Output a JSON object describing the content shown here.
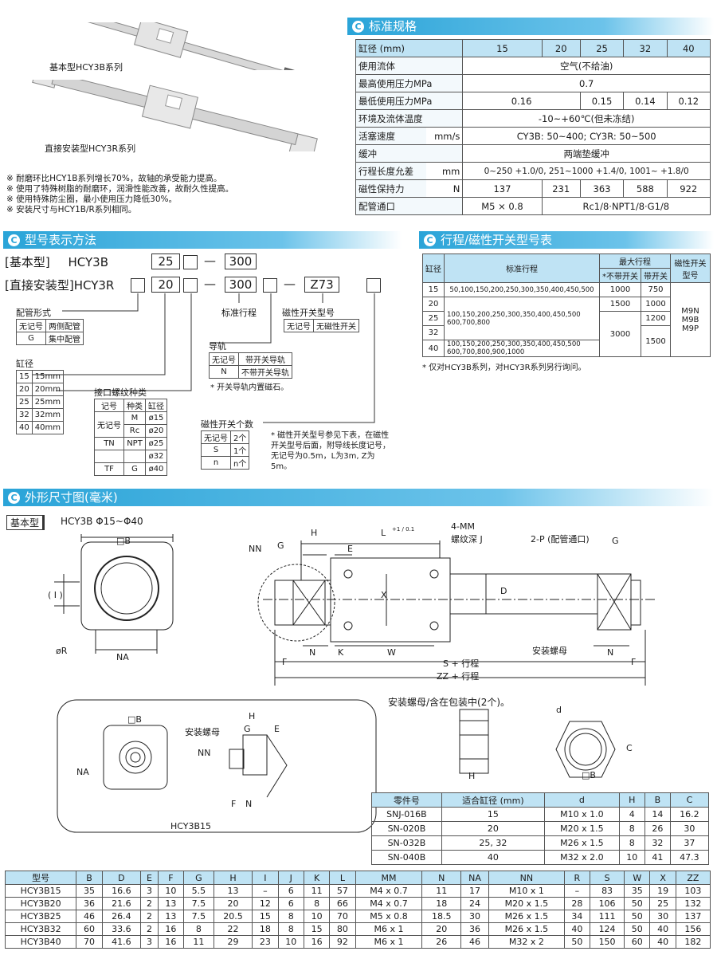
{
  "product_images": {
    "basic_label": "基本型HCY3B系列",
    "direct_label": "直接安装型HCY3R系列"
  },
  "features": [
    "※ 耐磨环比HCY1B系列增长70%，故轴的承受能力提高。",
    "※ 使用了特殊树脂的耐磨环，润滑性能改善，故耐久性提高。",
    "※ 使用特殊防尘圈，最小使用压力降低30%。",
    "※ 安装尺寸与HCY1B/R系列相同。"
  ],
  "spec": {
    "title": "标准规格",
    "header": [
      "缸径 (mm)",
      "15",
      "20",
      "25",
      "32",
      "40"
    ],
    "rows": {
      "fluid": [
        "使用流体",
        "空气(不给油)"
      ],
      "maxp": [
        "最高使用压力MPa",
        "0.7"
      ],
      "minp": [
        "最低使用压力MPa",
        "0.16",
        "0.15",
        "0.14",
        "0.12"
      ],
      "temp": [
        "环境及流体温度",
        "-10~+60℃(但未冻结)"
      ],
      "speed": [
        "活塞速度",
        "mm/s",
        "CY3B: 50~400; CY3R: 50~500"
      ],
      "cushion": [
        "缓冲",
        "两端垫缓冲"
      ],
      "stroke": [
        "行程长度允差",
        "mm",
        "0~250 +1.0/0, 251~1000 +1.4/0, 1001~ +1.8/0"
      ],
      "hold": [
        "磁性保持力",
        "N",
        "137",
        "231",
        "363",
        "588",
        "922"
      ],
      "port": [
        "配管通口",
        "M5 × 0.8",
        "Rc1/8·NPT1/8·G1/8"
      ]
    }
  },
  "model": {
    "title": "型号表示方法",
    "basic": {
      "tag": "[基本型]",
      "code": "HCY3B",
      "bore": "25",
      "stroke": "300"
    },
    "direct": {
      "tag": "[直接安装型]",
      "code": "HCY3R",
      "bore": "20",
      "stroke": "300",
      "switch": "Z73"
    },
    "std_stroke": "标准行程",
    "piping": {
      "title": "配管形式",
      "rows": [
        [
          "无记号",
          "两侧配管"
        ],
        [
          "G",
          "集中配管"
        ]
      ]
    },
    "bore": {
      "title": "缸径",
      "rows": [
        [
          "15",
          "15mm"
        ],
        [
          "20",
          "20mm"
        ],
        [
          "25",
          "25mm"
        ],
        [
          "32",
          "32mm"
        ],
        [
          "40",
          "40mm"
        ]
      ]
    },
    "port": {
      "title": "接口螺纹种类",
      "head": [
        "记号",
        "种类",
        "缸径"
      ],
      "rows": [
        [
          "无记号",
          "M",
          "ø15"
        ],
        [
          "",
          "Rc",
          "ø20"
        ],
        [
          "TN",
          "NPT",
          "ø25"
        ],
        [
          "",
          "",
          "ø32"
        ],
        [
          "TF",
          "G",
          "ø40"
        ]
      ]
    },
    "rail": {
      "title": "导轨",
      "rows": [
        [
          "无记号",
          "带开关导轨"
        ],
        [
          "N",
          "不带开关导轨"
        ]
      ],
      "note": "* 开关导轨内置磁石。"
    },
    "swtype": {
      "title": "磁性开关型号",
      "rows": [
        [
          "无记号",
          "无磁性开关"
        ]
      ]
    },
    "swcount": {
      "title": "磁性开关个数",
      "rows": [
        [
          "无记号",
          "2个"
        ],
        [
          "S",
          "1个"
        ],
        [
          "n",
          "n个"
        ]
      ],
      "note": "* 磁性开关型号参见下表，在磁性开关型号后面，附导线长度记号，无记号为0.5m，L为3m, Z为5m。"
    }
  },
  "stroke_table": {
    "title": "行程/磁性开关型号表",
    "head": {
      "bore": "缸径",
      "std": "标准行程",
      "max": "最大行程",
      "nosw": "*不带开关",
      "sw": "带开关",
      "swtype": "磁性开关型号"
    },
    "rows": [
      {
        "bore": "15",
        "std": "50,100,150,200,250,300,350,400,450,500",
        "nosw": "1000",
        "sw": "750"
      },
      {
        "bore": "20",
        "std": "",
        "nosw": "1500",
        "sw": "1000"
      },
      {
        "bore": "25",
        "std": "100,150,200,250,300,350,400,450,500 600,700,800",
        "nosw": "",
        "sw": "1200"
      },
      {
        "bore": "32",
        "std": "",
        "nosw": "3000",
        "sw": ""
      },
      {
        "bore": "40",
        "std": "100,150,200,250,300,350,400,450,500 600,700,800,900,1000",
        "nosw": "",
        "sw": "1500"
      }
    ],
    "switches": [
      "M9N",
      "M9B",
      "M9P"
    ],
    "note": "* 仅对HCY3B系列，对HCY3R系列另行询问。"
  },
  "dims": {
    "title": "外形尺寸图(毫米)",
    "tag": "基本型",
    "subtitle": "HCY3B Φ15~Φ40",
    "labels": {
      "B": "□B",
      "R": "øR",
      "NA": "NA",
      "H": "H",
      "L": "L",
      "tol": "+1 / 0.1",
      "MM": "4-MM",
      "MMb": "螺纹深 J",
      "P": "2-P (配管通口)",
      "G": "G",
      "NN": "NN",
      "E": "E",
      "X": "X",
      "D": "D",
      "N": "N",
      "K": "K",
      "W": "W",
      "F": "F",
      "S": "S + 行程",
      "ZZ": "ZZ + 行程",
      "nut": "安装螺母",
      "paren": "( I )",
      "hcy15": "HCY3B15",
      "nutcap": "安装螺母/含在包装中(2个)。",
      "d": "d",
      "C": "C"
    },
    "nut": {
      "head": [
        "零件号",
        "适合缸径 (mm)",
        "d",
        "H",
        "B",
        "C"
      ],
      "rows": [
        [
          "SNJ-016B",
          "15",
          "M10 x 1.0",
          "4",
          "14",
          "16.2"
        ],
        [
          "SN-020B",
          "20",
          "M20 x 1.5",
          "8",
          "26",
          "30"
        ],
        [
          "SN-032B",
          "25, 32",
          "M26 x 1.5",
          "8",
          "32",
          "37"
        ],
        [
          "SN-040B",
          "40",
          "M32 x 2.0",
          "10",
          "41",
          "47.3"
        ]
      ]
    },
    "table": {
      "head": [
        "型号",
        "B",
        "D",
        "E",
        "F",
        "G",
        "H",
        "I",
        "J",
        "K",
        "L",
        "MM",
        "N",
        "NA",
        "NN",
        "R",
        "S",
        "W",
        "X",
        "ZZ"
      ],
      "rows": [
        [
          "HCY3B15",
          "35",
          "16.6",
          "3",
          "10",
          "5.5",
          "13",
          "–",
          "6",
          "11",
          "57",
          "M4 x 0.7",
          "11",
          "17",
          "M10 x 1",
          "–",
          "83",
          "35",
          "19",
          "103"
        ],
        [
          "HCY3B20",
          "36",
          "21.6",
          "2",
          "13",
          "7.5",
          "20",
          "12",
          "6",
          "8",
          "66",
          "M4 x 0.7",
          "18",
          "24",
          "M20 x 1.5",
          "28",
          "106",
          "50",
          "25",
          "132"
        ],
        [
          "HCY3B25",
          "46",
          "26.4",
          "2",
          "13",
          "7.5",
          "20.5",
          "15",
          "8",
          "10",
          "70",
          "M5 x 0.8",
          "18.5",
          "30",
          "M26 x 1.5",
          "34",
          "111",
          "50",
          "30",
          "137"
        ],
        [
          "HCY3B32",
          "60",
          "33.6",
          "2",
          "16",
          "8",
          "22",
          "18",
          "8",
          "15",
          "80",
          "M6 x 1",
          "20",
          "36",
          "M26 x 1.5",
          "40",
          "124",
          "50",
          "40",
          "156"
        ],
        [
          "HCY3B40",
          "70",
          "41.6",
          "3",
          "16",
          "11",
          "29",
          "23",
          "10",
          "16",
          "92",
          "M6 x 1",
          "26",
          "46",
          "M32 x 2",
          "50",
          "150",
          "60",
          "40",
          "182"
        ]
      ]
    }
  }
}
